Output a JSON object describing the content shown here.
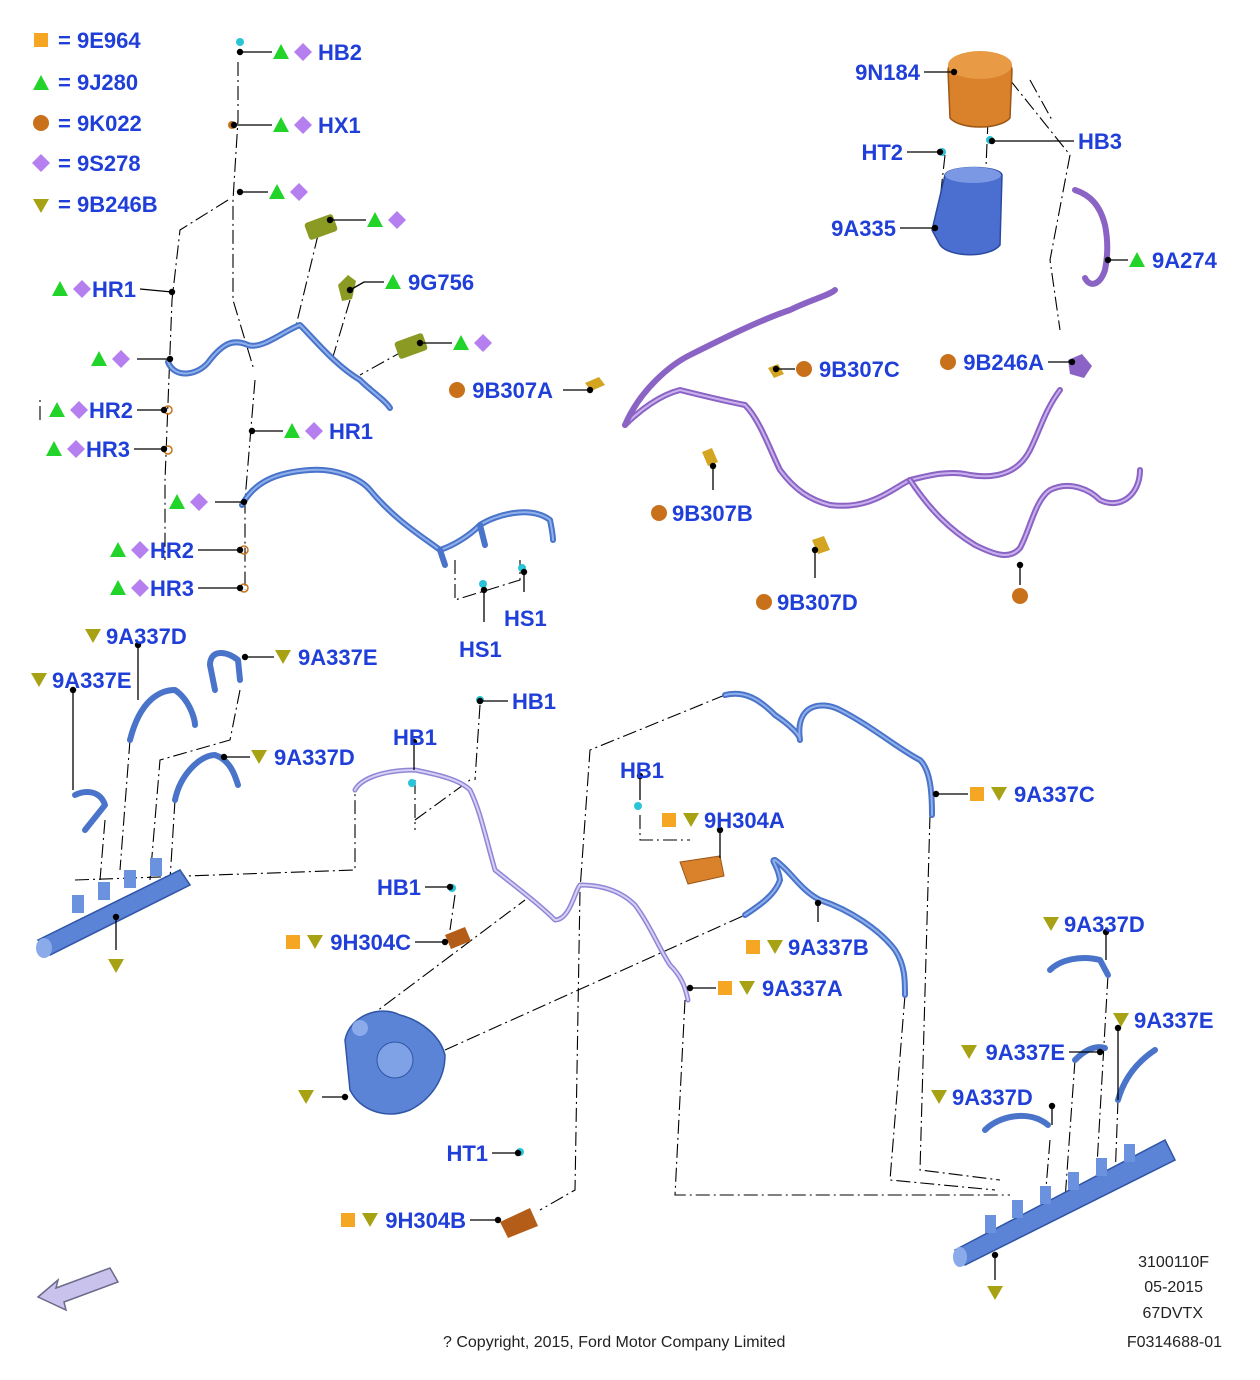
{
  "legend": [
    {
      "symbol": "square",
      "color": "#f5a623",
      "text": "= 9E964"
    },
    {
      "symbol": "triangle-up",
      "color": "#22d42a",
      "text": "= 9J280"
    },
    {
      "symbol": "circle",
      "color": "#c8711a",
      "text": "= 9K022"
    },
    {
      "symbol": "diamond",
      "color": "#b57ff0",
      "text": "= 9S278"
    },
    {
      "symbol": "triangle-down",
      "color": "#a7a214",
      "text": "= 9B246B"
    }
  ],
  "colors": {
    "label": "#1f3fd8",
    "square": "#f5a623",
    "triangle_up": "#22d42a",
    "circle": "#c8711a",
    "diamond": "#b57ff0",
    "triangle_down": "#a7a214",
    "pipe_blue": "#4a74c9",
    "pipe_purple": "#8a63c4",
    "filter_orange": "#d9822b",
    "filter_blue": "#4a6fd1"
  },
  "callouts": {
    "hb2": {
      "text": "HB2",
      "symbols": [
        "triangle-up",
        "diamond"
      ]
    },
    "hx1": {
      "text": "HX1",
      "symbols": [
        "triangle-up",
        "diamond"
      ]
    },
    "sym_a": {
      "text": "",
      "symbols": [
        "triangle-up",
        "diamond"
      ]
    },
    "sym_b": {
      "text": "",
      "symbols": [
        "triangle-up",
        "diamond"
      ]
    },
    "g756": {
      "text": "9G756",
      "symbols": [
        "triangle-up"
      ]
    },
    "hr1_top": {
      "text": "HR1",
      "symbols": [
        "triangle-up",
        "diamond"
      ]
    },
    "sym_c": {
      "text": "",
      "symbols": [
        "triangle-up",
        "diamond"
      ]
    },
    "sym_d": {
      "text": "",
      "symbols": [
        "triangle-up",
        "diamond"
      ]
    },
    "hr2_top": {
      "text": "HR2",
      "symbols": [
        "triangle-up",
        "diamond"
      ]
    },
    "hr3_top": {
      "text": "HR3",
      "symbols": [
        "triangle-up",
        "diamond"
      ]
    },
    "hr1_mid": {
      "text": "HR1",
      "symbols": [
        "triangle-up",
        "diamond"
      ]
    },
    "sym_e": {
      "text": "",
      "symbols": [
        "triangle-up",
        "diamond"
      ]
    },
    "hr2_mid": {
      "text": "HR2",
      "symbols": [
        "triangle-up",
        "diamond"
      ]
    },
    "hr3_mid": {
      "text": "HR3",
      "symbols": [
        "triangle-up",
        "diamond"
      ]
    },
    "hs1_a": {
      "text": "HS1",
      "symbols": []
    },
    "hs1_b": {
      "text": "HS1",
      "symbols": []
    },
    "n184": {
      "text": "9N184",
      "symbols": []
    },
    "ht2": {
      "text": "HT2",
      "symbols": []
    },
    "hb3": {
      "text": "HB3",
      "symbols": []
    },
    "a335": {
      "text": "9A335",
      "symbols": []
    },
    "a274": {
      "text": "9A274",
      "symbols": [
        "triangle-up"
      ]
    },
    "b246a": {
      "text": "9B246A",
      "symbols": [
        "circle"
      ]
    },
    "b307a": {
      "text": "9B307A",
      "symbols": [
        "circle"
      ]
    },
    "b307c": {
      "text": "9B307C",
      "symbols": [
        "circle"
      ]
    },
    "b307b": {
      "text": "9B307B",
      "symbols": [
        "circle"
      ]
    },
    "b307d": {
      "text": "9B307D",
      "symbols": [
        "circle"
      ]
    },
    "circle_end": {
      "text": "",
      "symbols": [
        "circle"
      ]
    },
    "a337d_1": {
      "text": "9A337D",
      "symbols": [
        "triangle-down"
      ]
    },
    "a337e_1": {
      "text": "9A337E",
      "symbols": [
        "triangle-down"
      ]
    },
    "a337e_2": {
      "text": "9A337E",
      "symbols": [
        "triangle-down"
      ]
    },
    "a337d_2": {
      "text": "9A337D",
      "symbols": [
        "triangle-down"
      ]
    },
    "rail_left_sym": {
      "text": "",
      "symbols": [
        "triangle-down"
      ]
    },
    "hb1_a": {
      "text": "HB1",
      "symbols": []
    },
    "hb1_b": {
      "text": "HB1",
      "symbols": []
    },
    "hb1_c": {
      "text": "HB1",
      "symbols": []
    },
    "hb1_d": {
      "text": "HB1",
      "symbols": []
    },
    "h304a": {
      "text": "9H304A",
      "symbols": [
        "square",
        "triangle-down"
      ]
    },
    "a337c": {
      "text": "9A337C",
      "symbols": [
        "square",
        "triangle-down"
      ]
    },
    "h304c": {
      "text": "9H304C",
      "symbols": [
        "square",
        "triangle-down"
      ]
    },
    "a337b": {
      "text": "9A337B",
      "symbols": [
        "square",
        "triangle-down"
      ]
    },
    "a337a": {
      "text": "9A337A",
      "symbols": [
        "square",
        "triangle-down"
      ]
    },
    "pump_sym": {
      "text": "",
      "symbols": [
        "triangle-down"
      ]
    },
    "ht1": {
      "text": "HT1",
      "symbols": []
    },
    "h304b": {
      "text": "9H304B",
      "symbols": [
        "square",
        "triangle-down"
      ]
    },
    "a337d_3": {
      "text": "9A337D",
      "symbols": [
        "triangle-down"
      ]
    },
    "a337e_3": {
      "text": "9A337E",
      "symbols": [
        "triangle-down"
      ]
    },
    "a337e_4": {
      "text": "9A337E",
      "symbols": [
        "triangle-down"
      ]
    },
    "a337d_4": {
      "text": "9A337D",
      "symbols": [
        "triangle-down"
      ]
    },
    "rail_right_sym": {
      "text": "",
      "symbols": [
        "triangle-down"
      ]
    }
  },
  "footer": {
    "code1": "3100110F",
    "date": "05-2015",
    "model": "67DVTX",
    "code2": "F0314688-01",
    "copyright": "? Copyright, 2015, Ford Motor Company Limited"
  }
}
